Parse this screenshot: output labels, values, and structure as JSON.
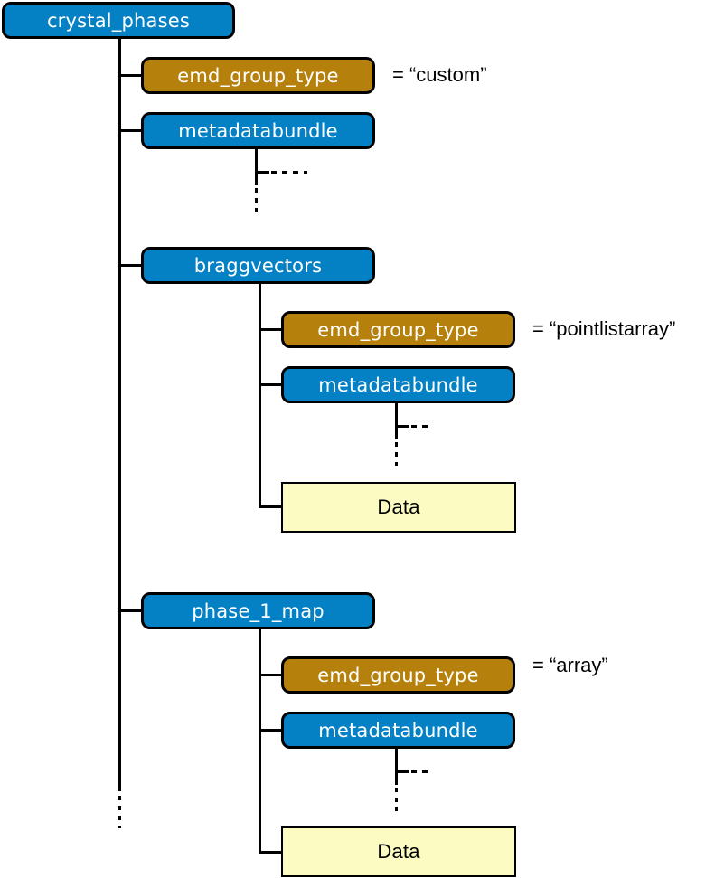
{
  "diagram": {
    "title": "crystal_phases",
    "type": "tree",
    "colors": {
      "group_blue": "#0480c4",
      "attribute_brown": "#b5800c",
      "data_yellow": "#fbfbc2",
      "line_black": "#000000",
      "node_text": "#ffffff",
      "data_text": "#000000"
    },
    "root": {
      "label": "crystal_phases",
      "kind": "group"
    },
    "nodes": [
      {
        "label": "emd_group_type",
        "kind": "attribute",
        "level": 2,
        "annotation": "= “custom”"
      },
      {
        "label": "metadatabundle",
        "kind": "group",
        "level": 2,
        "annotation": ""
      },
      {
        "label": "braggvectors",
        "kind": "group",
        "level": 2,
        "annotation": ""
      },
      {
        "label": "emd_group_type",
        "kind": "attribute",
        "level": 3,
        "annotation": "= “pointlistarray”"
      },
      {
        "label": "metadatabundle",
        "kind": "group",
        "level": 3,
        "annotation": ""
      },
      {
        "label": "Data",
        "kind": "data",
        "level": 3,
        "annotation": ""
      },
      {
        "label": "phase_1_map",
        "kind": "group",
        "level": 2,
        "annotation": ""
      },
      {
        "label": "emd_group_type",
        "kind": "attribute",
        "level": 3,
        "annotation": "= “array”"
      },
      {
        "label": "metadatabundle",
        "kind": "group",
        "level": 3,
        "annotation": ""
      },
      {
        "label": "Data",
        "kind": "data",
        "level": 3,
        "annotation": ""
      }
    ],
    "ellipsis": {
      "horizontal": "– – –",
      "vertical": "⋮"
    }
  }
}
